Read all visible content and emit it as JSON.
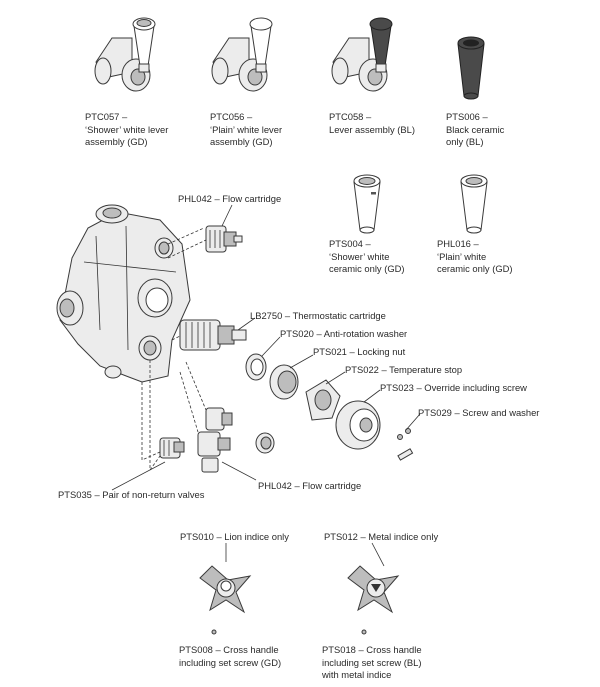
{
  "parts": [
    {
      "id": "ptc057",
      "lines": [
        "PTC057 –",
        "‘Shower’ white lever",
        "assembly (GD)"
      ]
    },
    {
      "id": "ptc056",
      "lines": [
        "PTC056 –",
        "‘Plain’ white lever",
        "assembly (GD)"
      ]
    },
    {
      "id": "ptc058",
      "lines": [
        "PTC058 –",
        "Lever assembly (BL)"
      ]
    },
    {
      "id": "pts006",
      "lines": [
        "PTS006 –",
        "Black ceramic",
        "only (BL)"
      ]
    },
    {
      "id": "pts004",
      "lines": [
        "PTS004 –",
        "‘Shower’ white",
        "ceramic only (GD)"
      ]
    },
    {
      "id": "phl016",
      "lines": [
        "PHL016 –",
        "‘Plain’ white",
        "ceramic only (GD)"
      ]
    },
    {
      "id": "phl042-top",
      "lines": [
        "PHL042 – Flow cartridge"
      ]
    },
    {
      "id": "lb2750",
      "lines": [
        "LB2750 – Thermostatic cartridge"
      ]
    },
    {
      "id": "pts020",
      "lines": [
        "PTS020 – Anti-rotation washer"
      ]
    },
    {
      "id": "pts021",
      "lines": [
        "PTS021 – Locking nut"
      ]
    },
    {
      "id": "pts022",
      "lines": [
        "PTS022 – Temperature stop"
      ]
    },
    {
      "id": "pts023",
      "lines": [
        "PTS023 – Override including screw"
      ]
    },
    {
      "id": "pts029",
      "lines": [
        "PTS029 – Screw and washer"
      ]
    },
    {
      "id": "phl042-bottom",
      "lines": [
        "PHL042 – Flow cartridge"
      ]
    },
    {
      "id": "pts035",
      "lines": [
        "PTS035 – Pair of non-return valves"
      ]
    },
    {
      "id": "pts010",
      "lines": [
        "PTS010 – Lion indice only"
      ]
    },
    {
      "id": "pts012",
      "lines": [
        "PTS012 – Metal indice only"
      ]
    },
    {
      "id": "pts008",
      "lines": [
        "PTS008 – Cross handle",
        "including set screw (GD)"
      ]
    },
    {
      "id": "pts018",
      "lines": [
        "PTS018 – Cross handle",
        "including set screw (BL)",
        "with metal indice"
      ]
    }
  ],
  "colors": {
    "line": "#333333",
    "metal_light": "#ececec",
    "metal_dark": "#bdbdbd",
    "black_ceramic": "#4a4a4a",
    "text": "#2a2a2a"
  }
}
